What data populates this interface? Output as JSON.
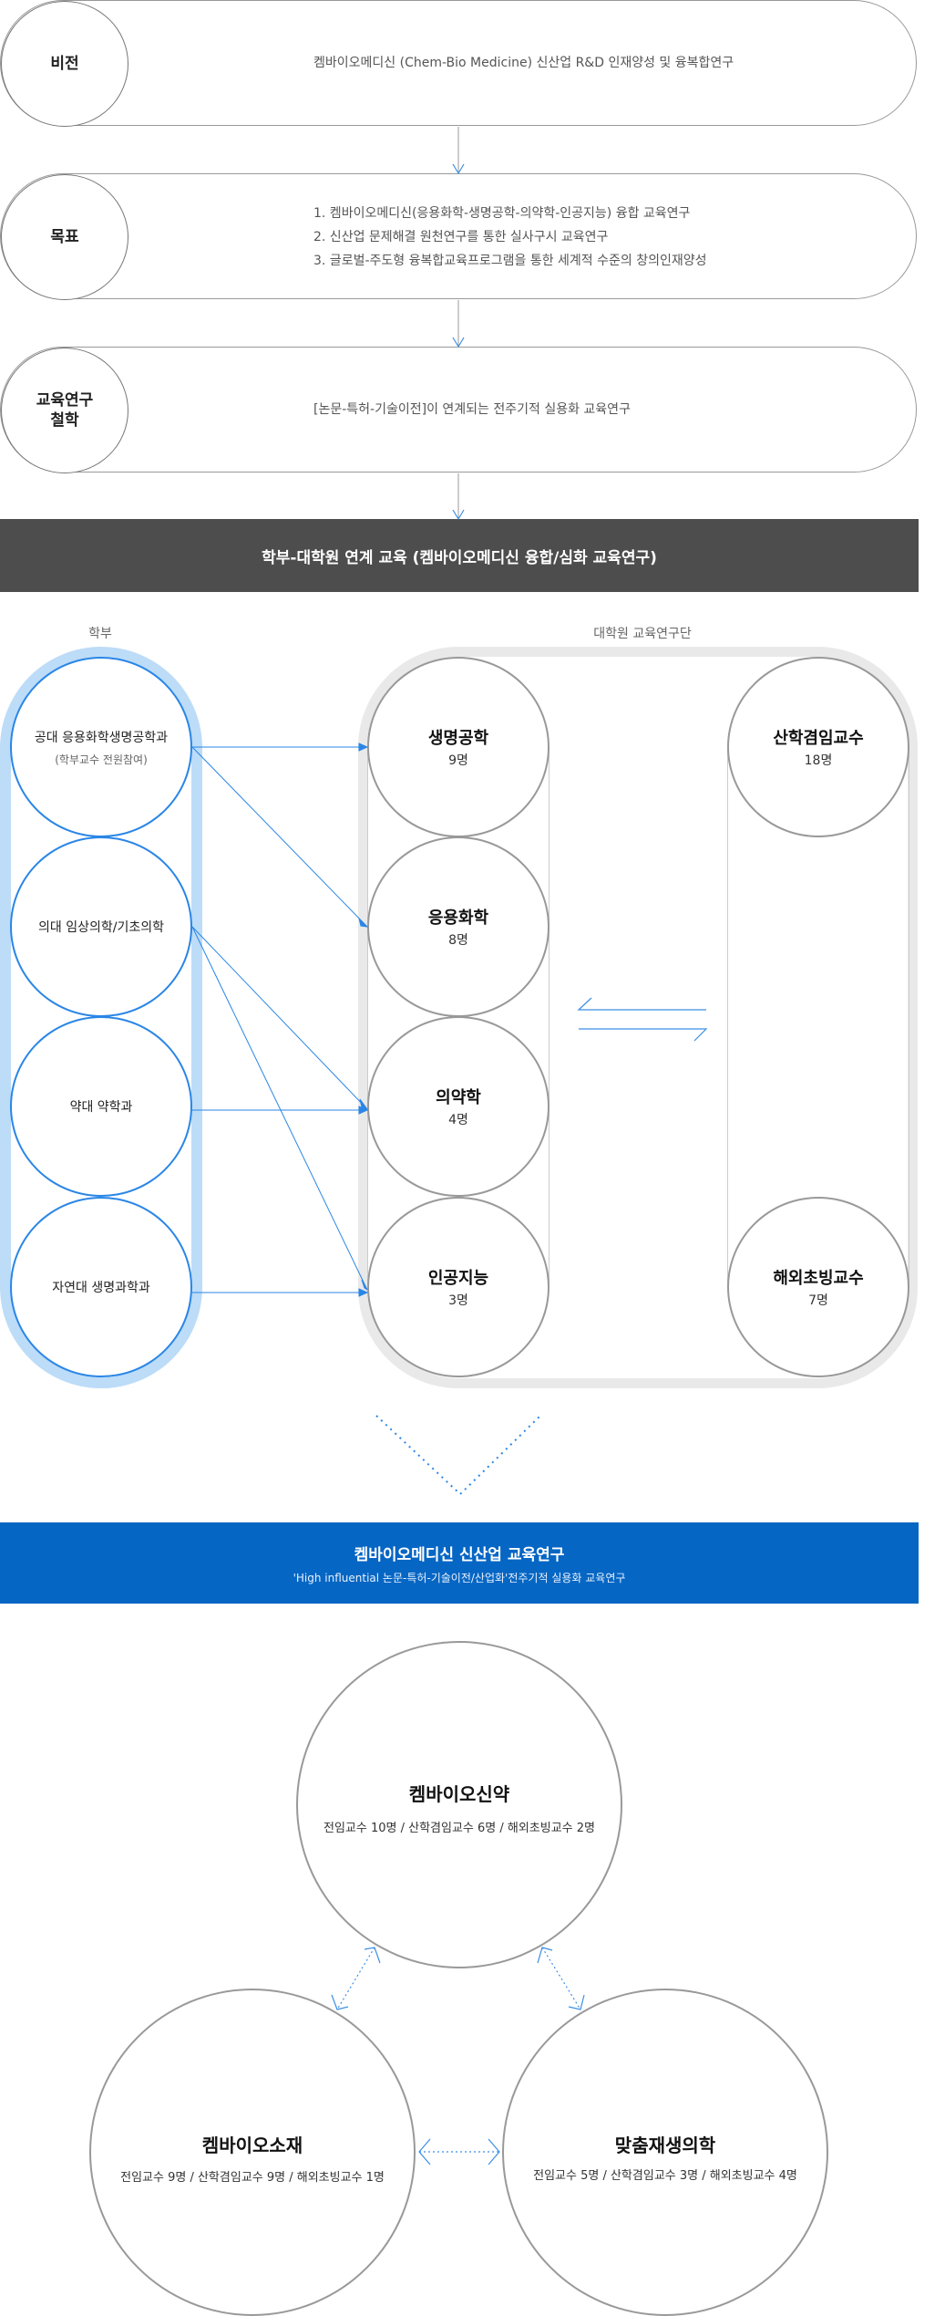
{
  "vision": {
    "label": "비전",
    "text": "켐바이오메디신 (Chem-Bio Medicine) 신산업 R&D 인재양성 및 융복합연구"
  },
  "goal": {
    "label": "목표",
    "lines": [
      "1. 켐바이오메디신(응용화학-생명공학-의약학-인공지능) 융합 교육연구",
      "2. 신산업 문제해결 원천연구를 통한 실사구시 교육연구",
      "3. 글로벌-주도형 융복합교육프로그램을 통한 세계적 수준의 창의인재양성"
    ]
  },
  "philosophy": {
    "label_line1": "교육연구",
    "label_line2": "철학",
    "text": "[논문-특허-기술이전]이 연계되는 전주기적 실용화 교육연구"
  },
  "linked_bar": {
    "title": "학부-대학원 연계 교육 (켐바이오메디신 융합/심화 교육연구)"
  },
  "undergrad": {
    "label": "학부",
    "departments": [
      {
        "name": "공대 응용화학생명공학과",
        "note": "(학부교수 전원참여)"
      },
      {
        "name": "의대 임상의학/기초의학"
      },
      {
        "name": "약대 약학과"
      },
      {
        "name": "자연대 생명과학과"
      }
    ]
  },
  "graduate": {
    "label": "대학원 교육연구단",
    "fields": [
      {
        "name": "생명공학",
        "count": "9명"
      },
      {
        "name": "응용화학",
        "count": "8명"
      },
      {
        "name": "의약학",
        "count": "4명"
      },
      {
        "name": "인공지능",
        "count": "3명"
      }
    ],
    "external": [
      {
        "name": "산학겸임교수",
        "count": "18명"
      },
      {
        "name": "해외초빙교수",
        "count": "7명"
      }
    ]
  },
  "result_bar": {
    "title": "켐바이오메디신 신산업 교육연구",
    "subtitle": "'High influential 논문-특허-기술이전/산업화'전주기적 실용화 교육연구"
  },
  "areas": [
    {
      "name": "켐바이오신약",
      "members": "전임교수 10명 / 산학겸임교수 6명 / 해외초빙교수 2명"
    },
    {
      "name": "켐바이오소재",
      "members": "전임교수 9명 / 산학겸임교수 9명 / 해외초빙교수 1명"
    },
    {
      "name": "맞춤재생의학",
      "members": "전임교수 5명 / 산학겸임교수 3명 / 해외초빙교수 4명"
    }
  ],
  "colors": {
    "accent": "#2a86e6",
    "dark_bar": "#4d4d4d",
    "blue_bar": "#0566c4",
    "undergrad_frame": "#bcdcf8",
    "grad_frame": "#e9e9e9"
  }
}
